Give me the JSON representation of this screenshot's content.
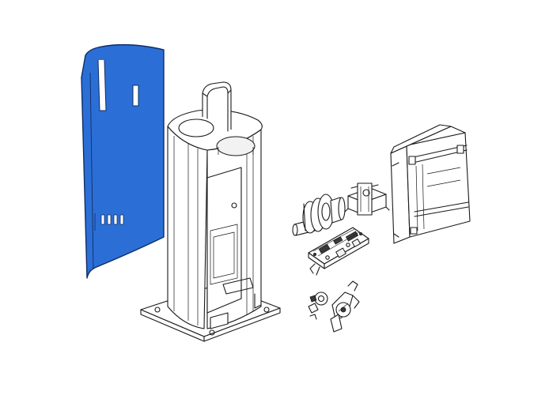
{
  "diagram": {
    "kind": "exploded-view",
    "background": "#ffffff",
    "line_color": "#1a1a1a",
    "highlight_color": "#2b6fd6",
    "parts": [
      {
        "id": "cover-panel",
        "icon": "curved-cover-panel-icon",
        "highlighted": true
      },
      {
        "id": "column-cabinet",
        "icon": "barrier-column-icon",
        "highlighted": false
      },
      {
        "id": "pulley-shaft",
        "icon": "pulley-shaft-icon",
        "highlighted": false
      },
      {
        "id": "transformer",
        "icon": "transformer-icon",
        "highlighted": false
      },
      {
        "id": "control-board",
        "icon": "circuit-board-icon",
        "highlighted": false
      },
      {
        "id": "limit-cams",
        "icon": "cam-assembly-icon",
        "highlighted": false
      },
      {
        "id": "junction-box",
        "icon": "junction-box-icon",
        "highlighted": false
      }
    ]
  }
}
